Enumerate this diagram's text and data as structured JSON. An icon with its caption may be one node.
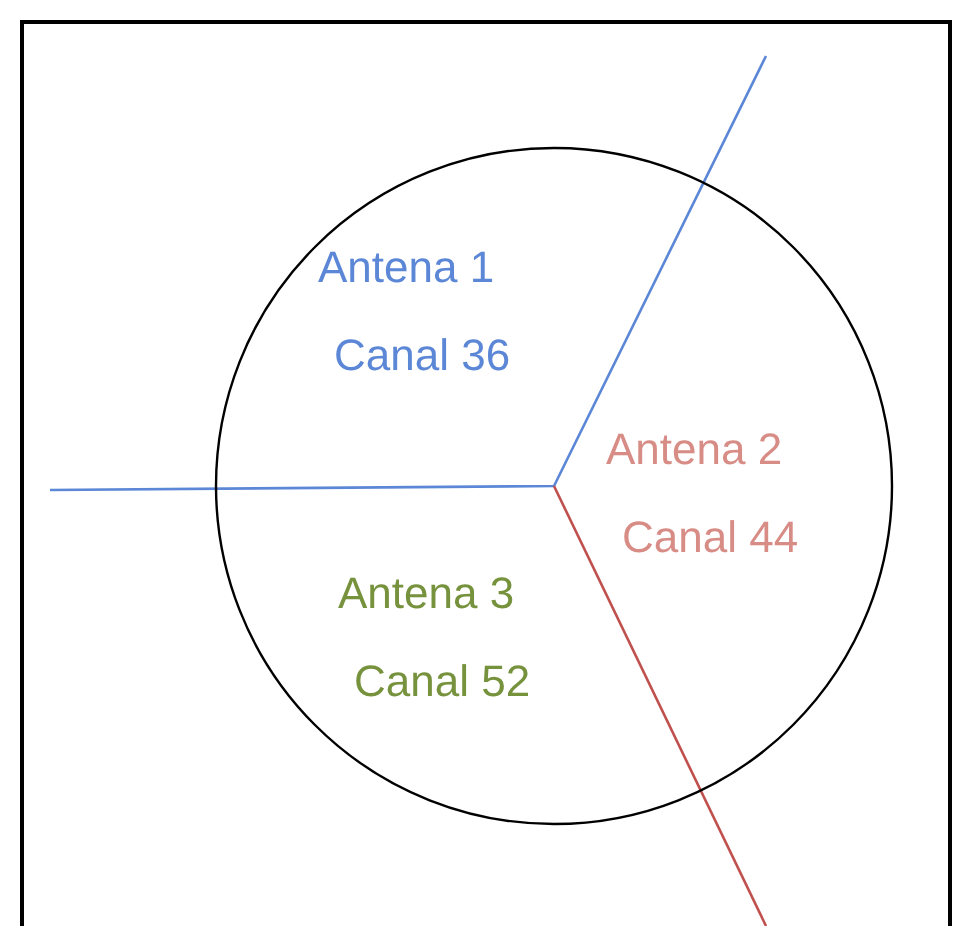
{
  "diagram": {
    "nodes": [
      {
        "text": [],
        "shape": "circle"
      },
      {
        "text": [
          "Antena 1",
          "Canal 36"
        ],
        "in": 0
      },
      {
        "text": [
          "Antena 2",
          "Canal 44"
        ],
        "in": 0
      },
      {
        "text": [
          "Antena 3",
          "Canal 52"
        ],
        "in": 0
      }
    ]
  }
}
